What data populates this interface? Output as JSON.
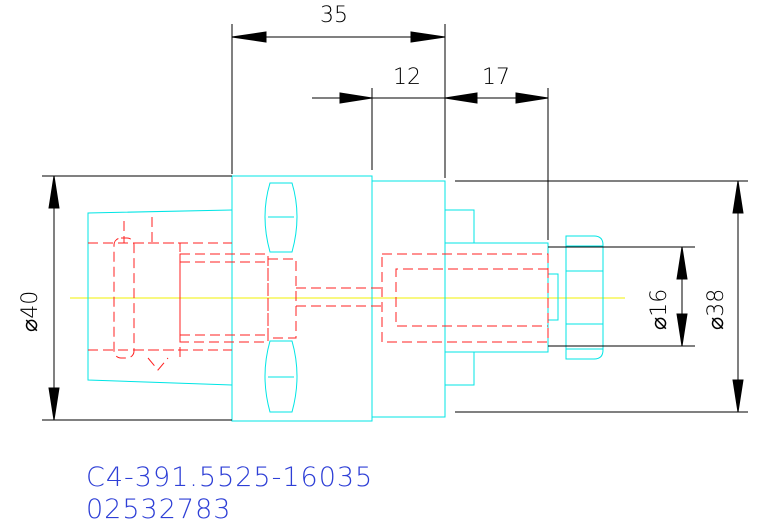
{
  "drawing": {
    "dimensions": {
      "overall_length": "35",
      "inner_length": "12",
      "outer_length": "17",
      "left_diameter": "⌀40",
      "bore_diameter": "⌀16",
      "right_diameter": "⌀38"
    },
    "part_code": "C4-391.5525-16035",
    "part_number": "02532783"
  },
  "colors": {
    "outline": "#00e5e5",
    "hidden": "#ff2020",
    "centerline": "#f0f000",
    "dimension": "#000000",
    "text": "#2e3fd6"
  }
}
